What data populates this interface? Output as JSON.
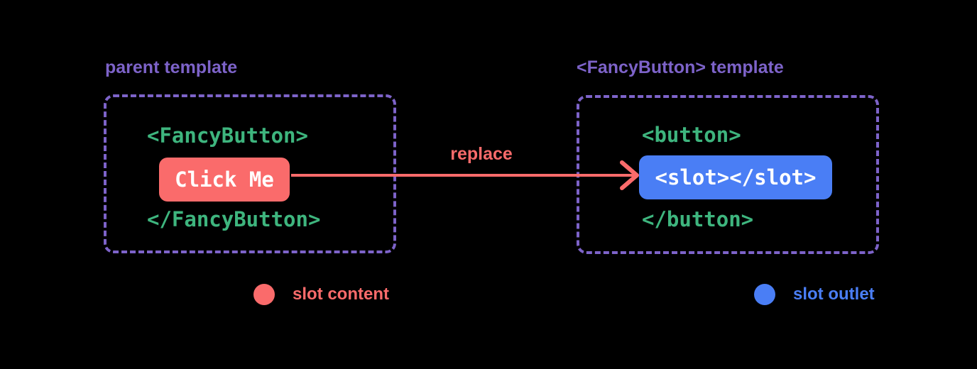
{
  "diagram": {
    "background": "#000000",
    "colors": {
      "purple": "#7d63c9",
      "green": "#3eb57e",
      "red": "#fa6b6b",
      "blue": "#4a7ef5",
      "white": "#ffffff"
    },
    "parent": {
      "title": "parent template",
      "open_tag": "<FancyButton>",
      "slot_content": "Click Me",
      "close_tag": "</FancyButton>"
    },
    "fancy_button": {
      "title": "<FancyButton> template",
      "open_tag": "<button>",
      "slot_outlet": "<slot></slot>",
      "close_tag": "</button>"
    },
    "arrow": {
      "label": "replace"
    },
    "legend": [
      {
        "label": "slot content",
        "color": "#fa6b6b"
      },
      {
        "label": "slot outlet",
        "color": "#4a7ef5"
      }
    ]
  }
}
